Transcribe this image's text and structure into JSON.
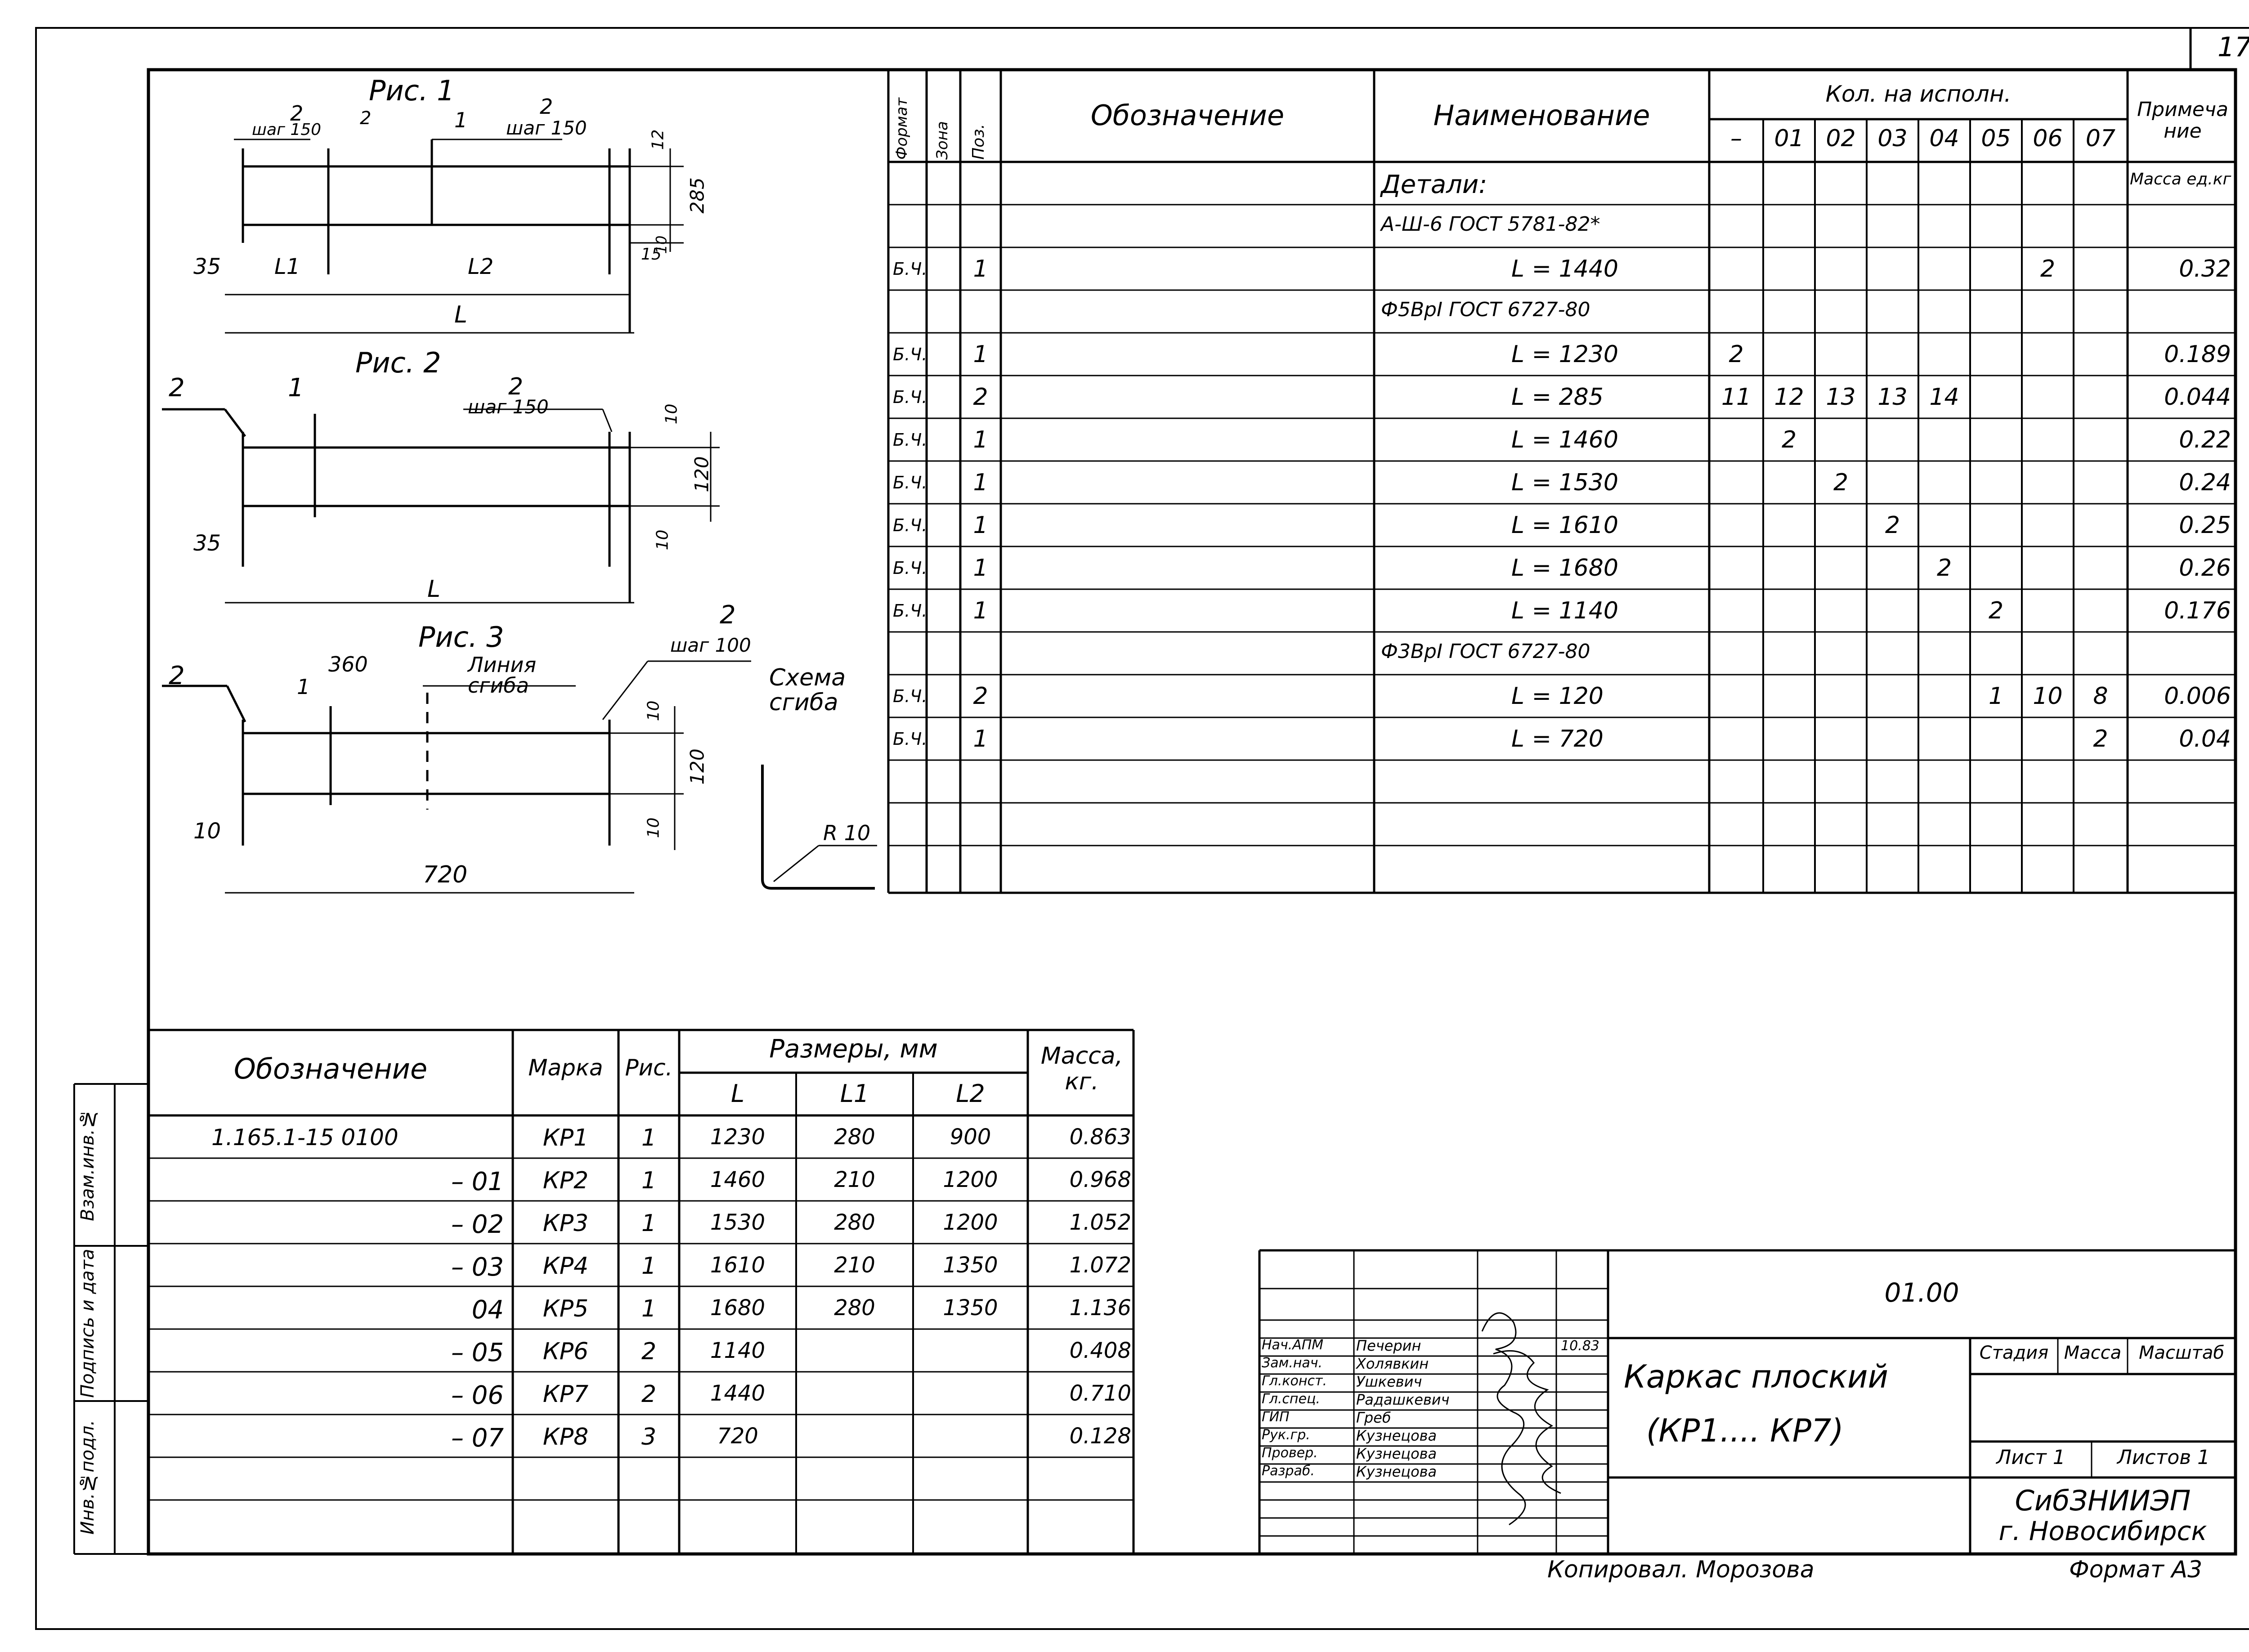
{
  "sheet": {
    "number": "17"
  },
  "figures": {
    "fig1": {
      "title": "Рис. 1",
      "labels": [
        "2",
        "шаг 150",
        "2",
        "1",
        "2",
        "шаг 150",
        "12",
        "285",
        "15",
        "10",
        "35",
        "L1",
        "L2",
        "L"
      ]
    },
    "fig2": {
      "title": "Рис. 2",
      "labels": [
        "2",
        "1",
        "2",
        "шаг 150",
        "10",
        "120",
        "10",
        "35",
        "L"
      ]
    },
    "fig3": {
      "title": "Рис. 3",
      "labels": [
        "2",
        "360",
        "1",
        "Линия сгиба",
        "2",
        "шаг 100",
        "10",
        "120",
        "10",
        "10",
        "720"
      ]
    },
    "bend": {
      "title": "Схема сгиба",
      "radius": "R 10"
    }
  },
  "spec": {
    "headers": {
      "format": "Формат",
      "zone": "Зона",
      "pos": "Поз.",
      "designation": "Обозначение",
      "name": "Наименование",
      "qty": "Кол. на исполн.",
      "execs": [
        "–",
        "01",
        "02",
        "03",
        "04",
        "05",
        "06",
        "07"
      ],
      "note": "Примеча ние"
    },
    "rows": [
      {
        "format": "",
        "pos": "",
        "name": "Детали:",
        "qty": [
          "",
          "",
          "",
          "",
          "",
          "",
          "",
          ""
        ],
        "note": "Масса ед.кг"
      },
      {
        "format": "",
        "pos": "",
        "name": "A-Ш-6 ГОСТ 5781-82*",
        "qty": [
          "",
          "",
          "",
          "",
          "",
          "",
          "",
          ""
        ],
        "note": ""
      },
      {
        "format": "Б.Ч.",
        "pos": "1",
        "name": "L = 1440",
        "qty": [
          "",
          "",
          "",
          "",
          "",
          "",
          "2",
          ""
        ],
        "note": "0.32"
      },
      {
        "format": "",
        "pos": "",
        "name": "Ф5BpI ГОСТ 6727-80",
        "qty": [
          "",
          "",
          "",
          "",
          "",
          "",
          "",
          ""
        ],
        "note": ""
      },
      {
        "format": "Б.Ч.",
        "pos": "1",
        "name": "L = 1230",
        "qty": [
          "2",
          "",
          "",
          "",
          "",
          "",
          "",
          ""
        ],
        "note": "0.189"
      },
      {
        "format": "Б.Ч.",
        "pos": "2",
        "name": "L = 285",
        "qty": [
          "11",
          "12",
          "13",
          "13",
          "14",
          "",
          "",
          ""
        ],
        "note": "0.044"
      },
      {
        "format": "Б.Ч.",
        "pos": "1",
        "name": "L = 1460",
        "qty": [
          "",
          "2",
          "",
          "",
          "",
          "",
          "",
          ""
        ],
        "note": "0.22"
      },
      {
        "format": "Б.Ч.",
        "pos": "1",
        "name": "L = 1530",
        "qty": [
          "",
          "",
          "2",
          "",
          "",
          "",
          "",
          ""
        ],
        "note": "0.24"
      },
      {
        "format": "Б.Ч.",
        "pos": "1",
        "name": "L = 1610",
        "qty": [
          "",
          "",
          "",
          "2",
          "",
          "",
          "",
          ""
        ],
        "note": "0.25"
      },
      {
        "format": "Б.Ч.",
        "pos": "1",
        "name": "L = 1680",
        "qty": [
          "",
          "",
          "",
          "",
          "2",
          "",
          "",
          ""
        ],
        "note": "0.26"
      },
      {
        "format": "Б.Ч.",
        "pos": "1",
        "name": "L = 1140",
        "qty": [
          "",
          "",
          "",
          "",
          "",
          "2",
          "",
          ""
        ],
        "note": "0.176"
      },
      {
        "format": "",
        "pos": "",
        "name": "Ф3BpI ГОСТ 6727-80",
        "qty": [
          "",
          "",
          "",
          "",
          "",
          "",
          "",
          ""
        ],
        "note": ""
      },
      {
        "format": "Б.Ч.",
        "pos": "2",
        "name": "L = 120",
        "qty": [
          "",
          "",
          "",
          "",
          "",
          "1",
          "10",
          "8"
        ],
        "note": "0.006"
      },
      {
        "format": "Б.Ч.",
        "pos": "1",
        "name": "L = 720",
        "qty": [
          "",
          "",
          "",
          "",
          "",
          "",
          "",
          "2"
        ],
        "note": "0.04"
      }
    ]
  },
  "marks": {
    "headers": {
      "designation": "Обозначение",
      "mark": "Марка",
      "fig": "Рис.",
      "sizes": "Размеры, мм",
      "l": "L",
      "l1": "L1",
      "l2": "L2",
      "mass": "Масса, кг."
    },
    "rows": [
      {
        "designation": "1.165.1-15   0100",
        "mark": "КР1",
        "fig": "1",
        "l": "1230",
        "l1": "280",
        "l2": "900",
        "mass": "0.863"
      },
      {
        "designation": "– 01",
        "mark": "КР2",
        "fig": "1",
        "l": "1460",
        "l1": "210",
        "l2": "1200",
        "mass": "0.968"
      },
      {
        "designation": "– 02",
        "mark": "КР3",
        "fig": "1",
        "l": "1530",
        "l1": "280",
        "l2": "1200",
        "mass": "1.052"
      },
      {
        "designation": "– 03",
        "mark": "КР4",
        "fig": "1",
        "l": "1610",
        "l1": "210",
        "l2": "1350",
        "mass": "1.072"
      },
      {
        "designation": "04",
        "mark": "КР5",
        "fig": "1",
        "l": "1680",
        "l1": "280",
        "l2": "1350",
        "mass": "1.136"
      },
      {
        "designation": "– 05",
        "mark": "КР6",
        "fig": "2",
        "l": "1140",
        "l1": "",
        "l2": "",
        "mass": "0.408"
      },
      {
        "designation": "– 06",
        "mark": "КР7",
        "fig": "2",
        "l": "1440",
        "l1": "",
        "l2": "",
        "mass": "0.710"
      },
      {
        "designation": "– 07",
        "mark": "КР8",
        "fig": "3",
        "l": "720",
        "l1": "",
        "l2": "",
        "mass": "0.128"
      }
    ]
  },
  "side_stamp": [
    "Инв.№подл.",
    "Подпись и дата",
    "Взам.инв.№"
  ],
  "title_block": {
    "code": "01.00",
    "title_line1": "Каркас плоский",
    "title_line2": "(КР1.... КР7)",
    "date": "10.83",
    "stage_label": "Стадия",
    "mass_label": "Масса",
    "scale_label": "Масштаб",
    "sheet_label": "Лист 1",
    "sheets_label": "Листов 1",
    "org_line1": "СибЗНИИЭП",
    "org_line2": "г. Новосибирск",
    "people": [
      {
        "role": "Нач.АПМ",
        "name": "Печерин"
      },
      {
        "role": "Зам.нач.",
        "name": "Холявкин"
      },
      {
        "role": "Гл.конст.",
        "name": "Ушкевич"
      },
      {
        "role": "Гл.спец.",
        "name": "Радашкевич"
      },
      {
        "role": "ГИП",
        "name": "Греб"
      },
      {
        "role": "Рук.гр.",
        "name": "Кузнецова"
      },
      {
        "role": "Провер.",
        "name": "Кузнецова"
      },
      {
        "role": "Разраб.",
        "name": "Кузнецова"
      }
    ]
  },
  "footer": {
    "copied": "Копировал. Морозова",
    "format": "Формат А3"
  }
}
